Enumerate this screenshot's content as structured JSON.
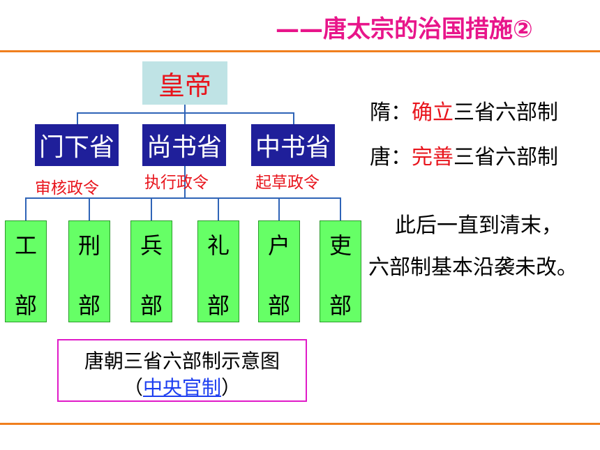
{
  "title": "——唐太宗的治国措施②",
  "emperor": "皇帝",
  "departments": [
    {
      "name": "门下省",
      "role": "审核政令"
    },
    {
      "name": "尚书省",
      "role": "执行政令"
    },
    {
      "name": "中书省",
      "role": "起草政令"
    }
  ],
  "ministries": [
    {
      "char": "工",
      "suffix": "部"
    },
    {
      "char": "刑",
      "suffix": "部"
    },
    {
      "char": "兵",
      "suffix": "部"
    },
    {
      "char": "礼",
      "suffix": "部"
    },
    {
      "char": "户",
      "suffix": "部"
    },
    {
      "char": "吏",
      "suffix": "部"
    }
  ],
  "notes": {
    "sui_prefix": "隋：",
    "sui_highlight": "确立",
    "sui_rest": "三省六部制",
    "tang_prefix": "唐：",
    "tang_highlight": "完善",
    "tang_rest": "三省六部制",
    "after_line1": "此后一直到清末，",
    "after_line2": "六部制基本沿袭未改。"
  },
  "caption": {
    "line1": "唐朝三省六部制示意图",
    "open_paren": "（",
    "link": "中央官制",
    "close_paren": "）"
  },
  "colors": {
    "title": "#e8158a",
    "rule": "#f07f1e",
    "emperor_bg": "#bfe3e5",
    "department_bg": "#1f1f9a",
    "ministry_bg": "#66ff66",
    "connector": "#2f64b7",
    "highlight": "#e8141c",
    "caption_border": "#e01bc8"
  }
}
